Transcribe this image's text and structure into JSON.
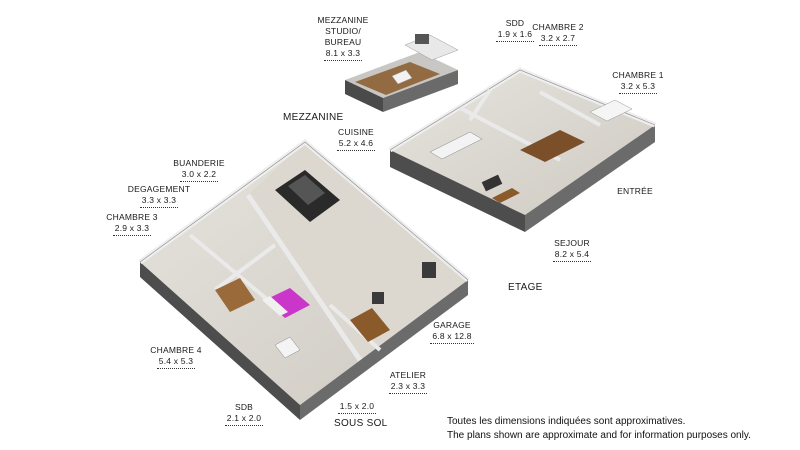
{
  "levels": {
    "mezzanine": "MEZZANINE",
    "etage": "ETAGE",
    "sous_sol": "SOUS SOL"
  },
  "rooms": {
    "mezzanine_studio": {
      "name_line1": "MEZZANINE",
      "name_line2": "STUDIO/",
      "name_line3": "BUREAU",
      "dim": "8.1 x 3.3"
    },
    "sdd": {
      "name": "SDD",
      "dim": "1.9 x 1.6"
    },
    "chambre2": {
      "name": "CHAMBRE 2",
      "dim": "3.2 x 2.7"
    },
    "chambre1": {
      "name": "CHAMBRE 1",
      "dim": "3.2 x 5.3"
    },
    "cuisine": {
      "name": "CUISINE",
      "dim": "5.2 x 4.6"
    },
    "entree": {
      "name": "ENTRÉE"
    },
    "sejour": {
      "name": "SEJOUR",
      "dim": "8.2 x 5.4"
    },
    "buanderie": {
      "name": "BUANDERIE",
      "dim": "3.0 x 2.2"
    },
    "degagement": {
      "name": "DEGAGEMENT",
      "dim": "3.3 x 3.3"
    },
    "chambre3": {
      "name": "CHAMBRE 3",
      "dim": "2.9 x 3.3"
    },
    "chambre4": {
      "name": "CHAMBRE 4",
      "dim": "5.4 x 5.3"
    },
    "garage": {
      "name": "GARAGE",
      "dim": "6.8 x 12.8"
    },
    "atelier": {
      "name": "ATELIER",
      "dim": "2.3 x 3.3"
    },
    "sdb": {
      "name": "SDB",
      "dim": "2.1 x 2.0"
    },
    "unnamed_wc": {
      "dim": "1.5 x 2.0"
    }
  },
  "disclaimer": {
    "fr": "Toutes les dimensions indiquées sont approximatives.",
    "en": "The plans shown are approximate and for information purposes only."
  },
  "colors": {
    "wall_top": "#ececec",
    "wall_side": "#5a5a5a",
    "floor_light": "#d9d6d0",
    "floor_wood": "#8a5a2b",
    "garage_floor": "#dcd8cf",
    "bed_magenta": "#c936c9",
    "car": "#2a2a2a"
  }
}
